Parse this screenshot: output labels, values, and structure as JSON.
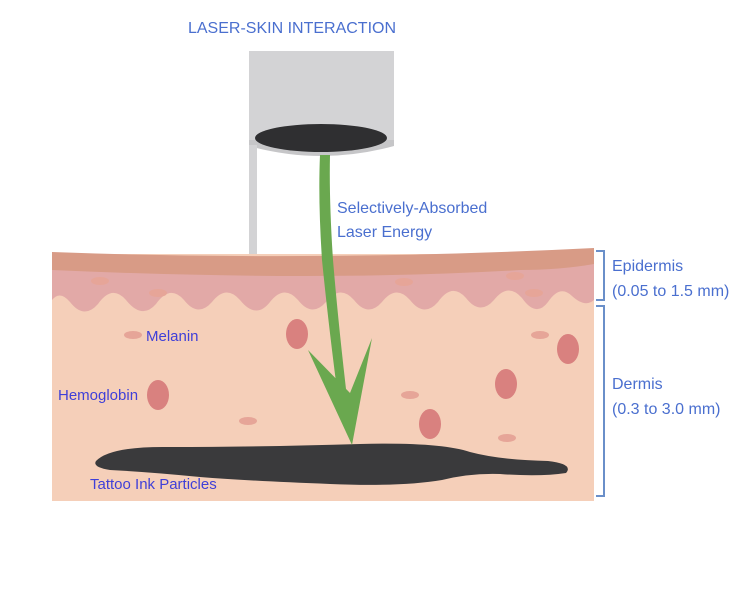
{
  "title": "LASER-SKIN INTERACTION",
  "laser": {
    "line1": "Selectively-Absorbed",
    "line2": "Laser Energy"
  },
  "layers": {
    "epidermis": {
      "name": "Epidermis",
      "range": "(0.05 to 1.5 mm)"
    },
    "dermis": {
      "name": "Dermis",
      "range": "(0.3 to 3.0 mm)"
    }
  },
  "labels": {
    "melanin": "Melanin",
    "hemoglobin": "Hemoglobin",
    "tattoo": "Tattoo Ink Particles"
  },
  "colors": {
    "label_blue": "#4a6fcf",
    "inline_blue": "#3f3fd8",
    "epidermis_top": "#d89b86",
    "epidermis_pink": "#e2a9a7",
    "dermis": "#f5cfb9",
    "hemoglobin": "#d9817f",
    "melanin": "#e6a598",
    "ink": "#3a3a3c",
    "beam": "#6aa84f",
    "handpiece": "#d3d3d5",
    "bracket": "#6a8fc9"
  }
}
